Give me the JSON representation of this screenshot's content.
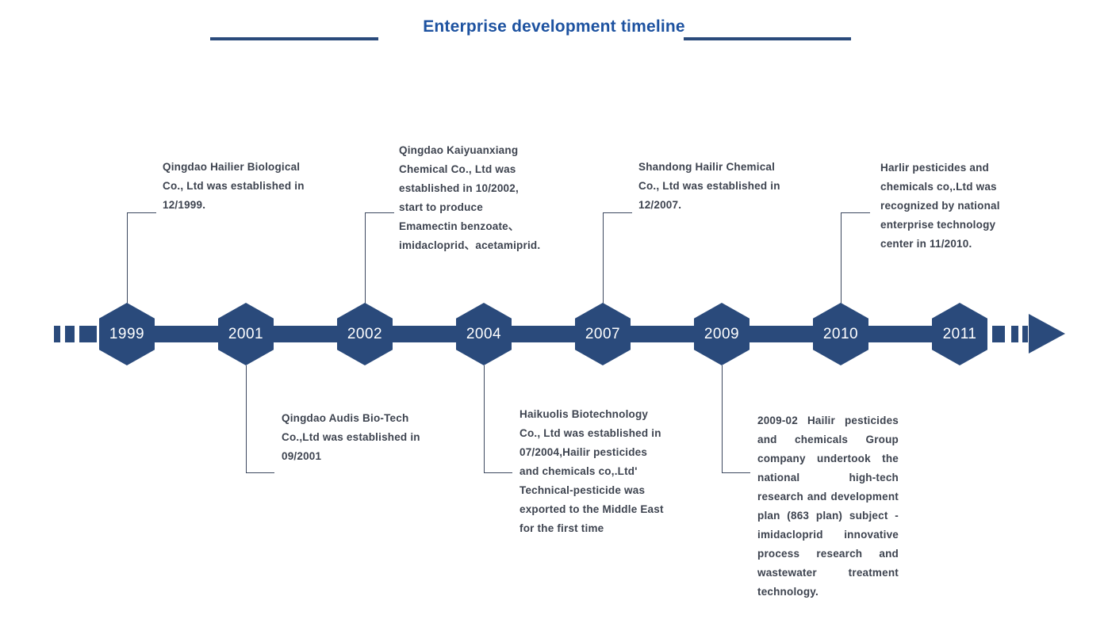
{
  "title": "Enterprise development timeline",
  "colors": {
    "navy": "#2a4a7b",
    "title_blue": "#1d52a0",
    "body_text": "#3d434f",
    "connector": "#3b475e",
    "year_text": "#ffffff"
  },
  "events": [
    {
      "year": "1999",
      "side": "top",
      "description": [
        "Qingdao Hailier Biological",
        "Co., Ltd was established in",
        "12/1999."
      ]
    },
    {
      "year": "2001",
      "side": "bottom",
      "description": [
        "Qingdao Audis Bio-Tech",
        "Co.,Ltd was established in",
        "09/2001"
      ]
    },
    {
      "year": "2002",
      "side": "top",
      "description": [
        "Qingdao Kaiyuanxiang",
        "Chemical Co., Ltd was",
        "established in 10/2002,",
        "start to produce",
        "Emamectin benzoate、",
        "imidacloprid、acetamiprid."
      ]
    },
    {
      "year": "2004",
      "side": "bottom",
      "description": [
        "Haikuolis Biotechnology",
        "Co., Ltd was established in",
        "07/2004,Hailir pesticides",
        "and chemicals co,.Ltd'",
        "Technical-pesticide was",
        "exported to the Middle East",
        "for the first time"
      ]
    },
    {
      "year": "2007",
      "side": "top",
      "description": [
        "Shandong Hailir Chemical",
        "Co., Ltd was established in",
        "12/2007."
      ]
    },
    {
      "year": "2009",
      "side": "bottom",
      "description": "2009-02 Hailir pesticides and chemicals Group company undertook the national high-tech research and development plan (863 plan) subject - imidacloprid innovative process research and wastewater treatment technology."
    },
    {
      "year": "2010",
      "side": "top",
      "description": [
        "Harlir pesticides and",
        "chemicals co,.Ltd was",
        "recognized by national",
        "enterprise technology",
        "center in 11/2010."
      ]
    },
    {
      "year": "2011",
      "side": "none",
      "description": ""
    }
  ]
}
